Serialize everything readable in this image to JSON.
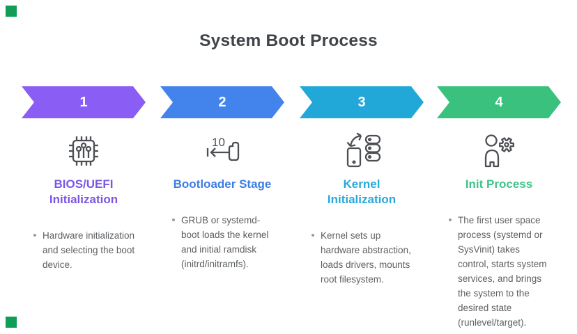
{
  "title": "System Boot Process",
  "decor": {
    "corner_marker_color": "#0f9d58"
  },
  "steps": [
    {
      "number": "1",
      "arrow_color": "#8a5df4",
      "heading": "BIOS/UEFI Initialization",
      "heading_color": "#7c55e6",
      "icon": "cpu-chip-icon",
      "bullet": "Hardware initialization and selecting the boot device."
    },
    {
      "number": "2",
      "arrow_color": "#4384ec",
      "heading": "Bootloader Stage",
      "heading_color": "#3c7de4",
      "icon": "rewind-10-boot-icon",
      "bullet": "GRUB or systemd-boot loads the kernel and initial ramdisk (initrd/initramfs)."
    },
    {
      "number": "3",
      "arrow_color": "#21a8d8",
      "heading": "Kernel Initialization",
      "heading_color": "#29a8dc",
      "icon": "device-sync-server-icon",
      "bullet": "Kernel sets up hardware abstraction, loads drivers, mounts root filesystem."
    },
    {
      "number": "4",
      "arrow_color": "#3ac17d",
      "heading": "Init Process",
      "heading_color": "#3ec487",
      "icon": "user-gear-icon",
      "bullet": "The first user space process (systemd or SysVinit) takes control, starts system services, and brings the system to the desired state (runlevel/target)."
    }
  ]
}
